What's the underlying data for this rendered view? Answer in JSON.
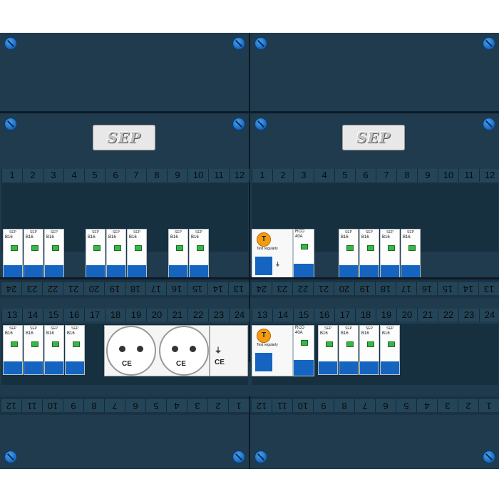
{
  "brand": "SEP",
  "colors": {
    "panel": "#203b4d",
    "screw": "#1565c0",
    "breaker_lever": "#1565c0",
    "indicator": "#39b54a",
    "orange_button": "#f39c12"
  },
  "numbers_top": [
    "1",
    "2",
    "3",
    "4",
    "5",
    "6",
    "7",
    "8",
    "9",
    "10",
    "11",
    "12"
  ],
  "numbers_bottom": [
    "13",
    "14",
    "15",
    "16",
    "17",
    "18",
    "19",
    "20",
    "21",
    "22",
    "23",
    "24"
  ],
  "breaker": {
    "rating": "B16",
    "type": "MCB"
  },
  "rcd": {
    "label": "RCD",
    "rating": "40A",
    "test_button": "T",
    "test_text": "Test regularly"
  },
  "socket_mark": "CE",
  "icons": [
    "screw-icon",
    "earth-symbol-icon",
    "ce-mark-icon"
  ]
}
